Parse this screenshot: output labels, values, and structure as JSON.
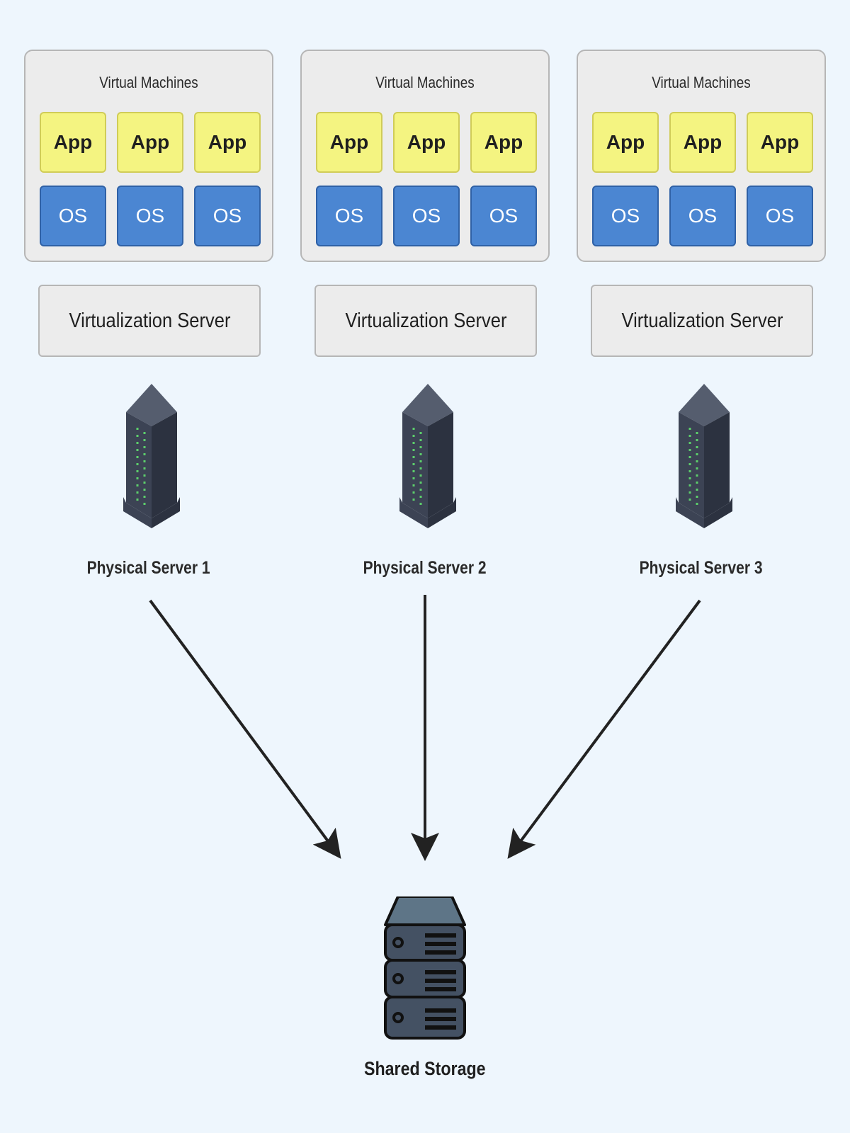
{
  "servers": [
    {
      "vm_title": "Virtual Machines",
      "apps": [
        "App",
        "App",
        "App"
      ],
      "os": [
        "OS",
        "OS",
        "OS"
      ],
      "virtualization_label": "Virtualization Server",
      "physical_label": "Physical Server 1"
    },
    {
      "vm_title": "Virtual Machines",
      "apps": [
        "App",
        "App",
        "App"
      ],
      "os": [
        "OS",
        "OS",
        "OS"
      ],
      "virtualization_label": "Virtualization Server",
      "physical_label": "Physical Server 2"
    },
    {
      "vm_title": "Virtual Machines",
      "apps": [
        "App",
        "App",
        "App"
      ],
      "os": [
        "OS",
        "OS",
        "OS"
      ],
      "virtualization_label": "Virtualization Server",
      "physical_label": "Physical Server 3"
    }
  ],
  "storage": {
    "label": "Shared Storage",
    "icon": "storage-server-icon"
  },
  "icons": {
    "physical_server": "server-tower-icon"
  },
  "colors": {
    "background": "#eef6fd",
    "app_fill": "#f4f481",
    "os_fill": "#4b86d2",
    "box_fill": "#ececec",
    "arrow": "#222222",
    "server_body": "#3c4354",
    "server_led": "#5dcf6b",
    "storage_body": "#445163",
    "storage_top": "#5e7587"
  }
}
